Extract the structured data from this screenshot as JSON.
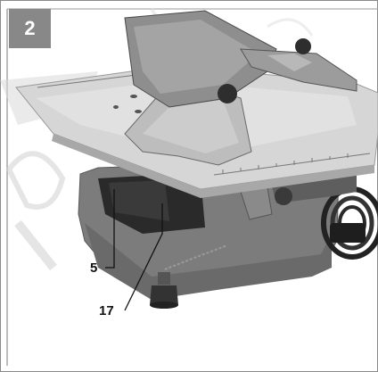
{
  "figure": {
    "number": "2"
  },
  "callouts": [
    {
      "label": "5"
    },
    {
      "label": "17"
    }
  ],
  "colors": {
    "badge": "#888888",
    "frame": "#8a8a8a",
    "table_top": "#d9d9d9",
    "base_housing": "#7a7a7a",
    "watermark": "#cfcfcf"
  }
}
